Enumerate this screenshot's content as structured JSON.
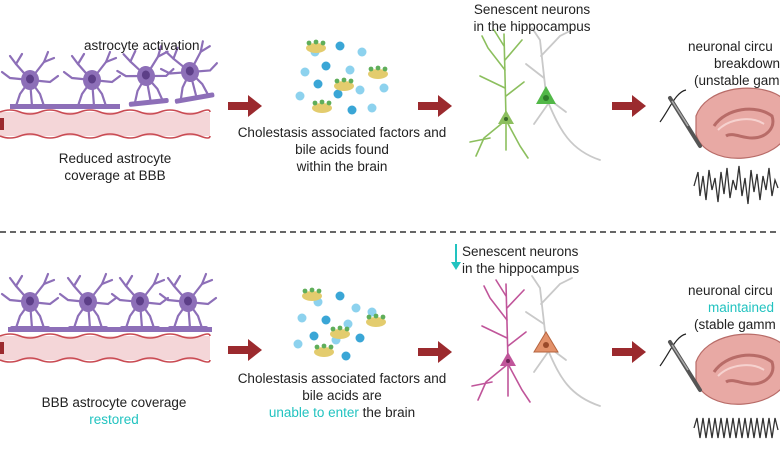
{
  "top_panel": {
    "astrocyte_activation": "astrocyte activation",
    "bbb_caption_line1": "Reduced astrocyte",
    "bbb_caption_line2": "coverage at BBB",
    "factors_line1": "Cholestasis associated factors and",
    "factors_line2": "bile acids found",
    "factors_line3": "within the brain",
    "neurons_line1": "Senescent neurons",
    "neurons_line2": "in the hippocampus",
    "circuit_line1": "neuronal circu",
    "circuit_line2": "breakdown",
    "circuit_line3": "(unstable gamm"
  },
  "bottom_panel": {
    "bbb_caption_line1": "BBB astrocyte coverage",
    "bbb_caption_line2": "restored",
    "factors_line1": "Cholestasis associated factors and",
    "factors_line2": "bile acids are",
    "factors_line3_highlight": "unable to enter",
    "factors_line3_rest": " the brain",
    "neurons_line1": "Senescent neurons",
    "neurons_line2": "in the hippocampus",
    "circuit_line1": "neuronal circu",
    "circuit_line2": "maintained",
    "circuit_line3": "(stable gamm"
  },
  "colors": {
    "astrocyte": "#8d6fb8",
    "arrow": "#9b2a2e",
    "teal": "#22c3c0",
    "vessel": "#f4d6d8",
    "vessel_edge": "#c94a52",
    "healthy_neuron": "#8cbf5e",
    "senescent_neuron_top": "#52b848",
    "pink_neuron": "#c0559a",
    "orange_soma": "#e3916a",
    "bile_blue": "#3aa6d6",
    "bile_yellow": "#e3cc6e",
    "brain": "#e8a9a4"
  }
}
